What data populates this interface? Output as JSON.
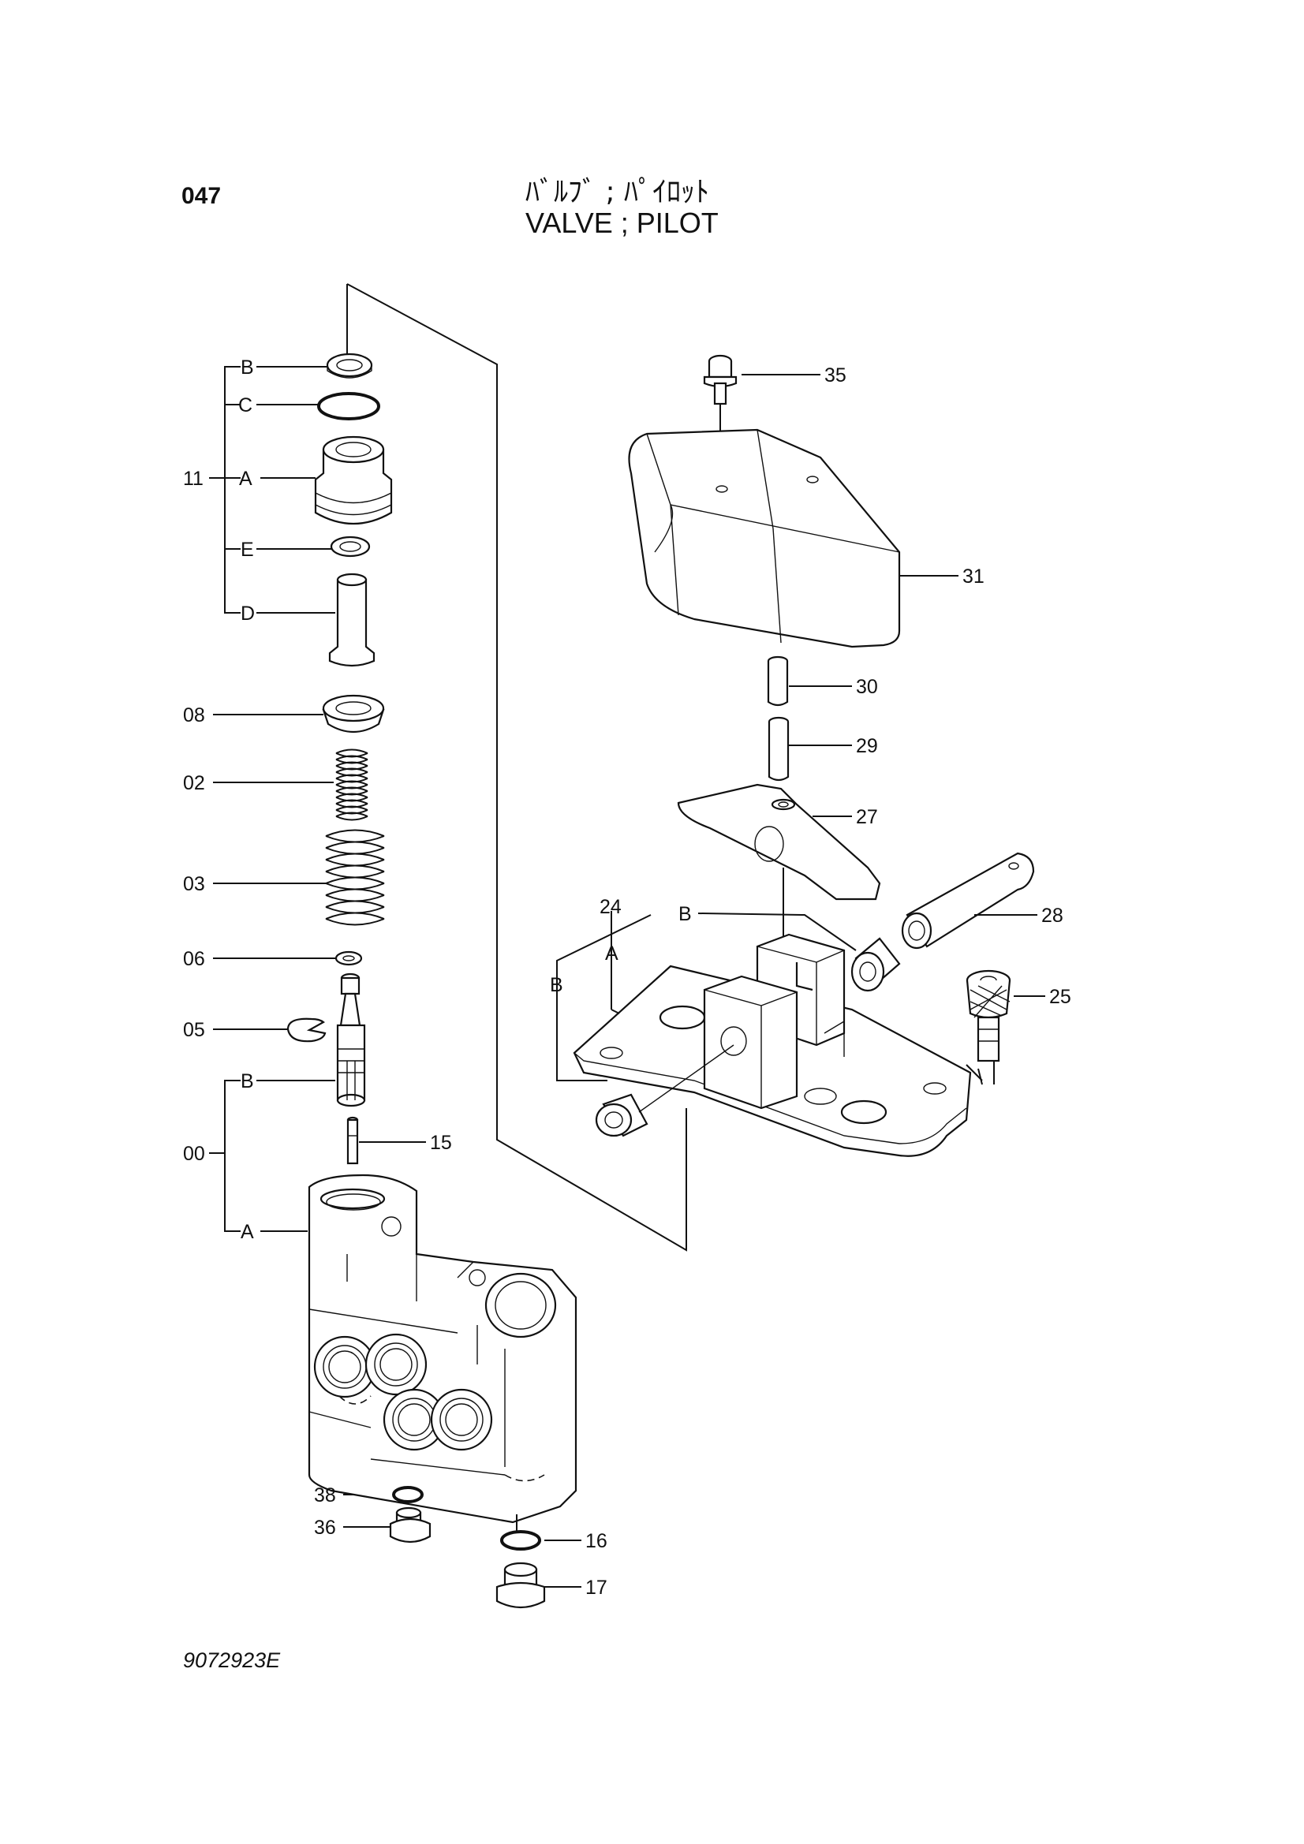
{
  "header": {
    "page_number": "047",
    "title_jp": "ﾊﾞﾙﾌﾞ ; ﾊﾟｲﾛｯﾄ",
    "title_en": "VALVE ; PILOT"
  },
  "footer": {
    "drawing_code": "9072923E"
  },
  "callouts": {
    "c11": "11",
    "c11_B": "B",
    "c11_C": "C",
    "c11_A": "A",
    "c11_E": "E",
    "c11_D": "D",
    "c08": "08",
    "c02": "02",
    "c03": "03",
    "c06": "06",
    "c05": "05",
    "c00": "00",
    "c00_B": "B",
    "c00_A": "A",
    "c15": "15",
    "c38": "38",
    "c36": "36",
    "c16": "16",
    "c17": "17",
    "c35": "35",
    "c31": "31",
    "c30": "30",
    "c29": "29",
    "c27": "27",
    "c28": "28",
    "c24": "24",
    "c24_B": "B",
    "c24_A": "A",
    "c24_B2": "B",
    "c25": "25"
  }
}
